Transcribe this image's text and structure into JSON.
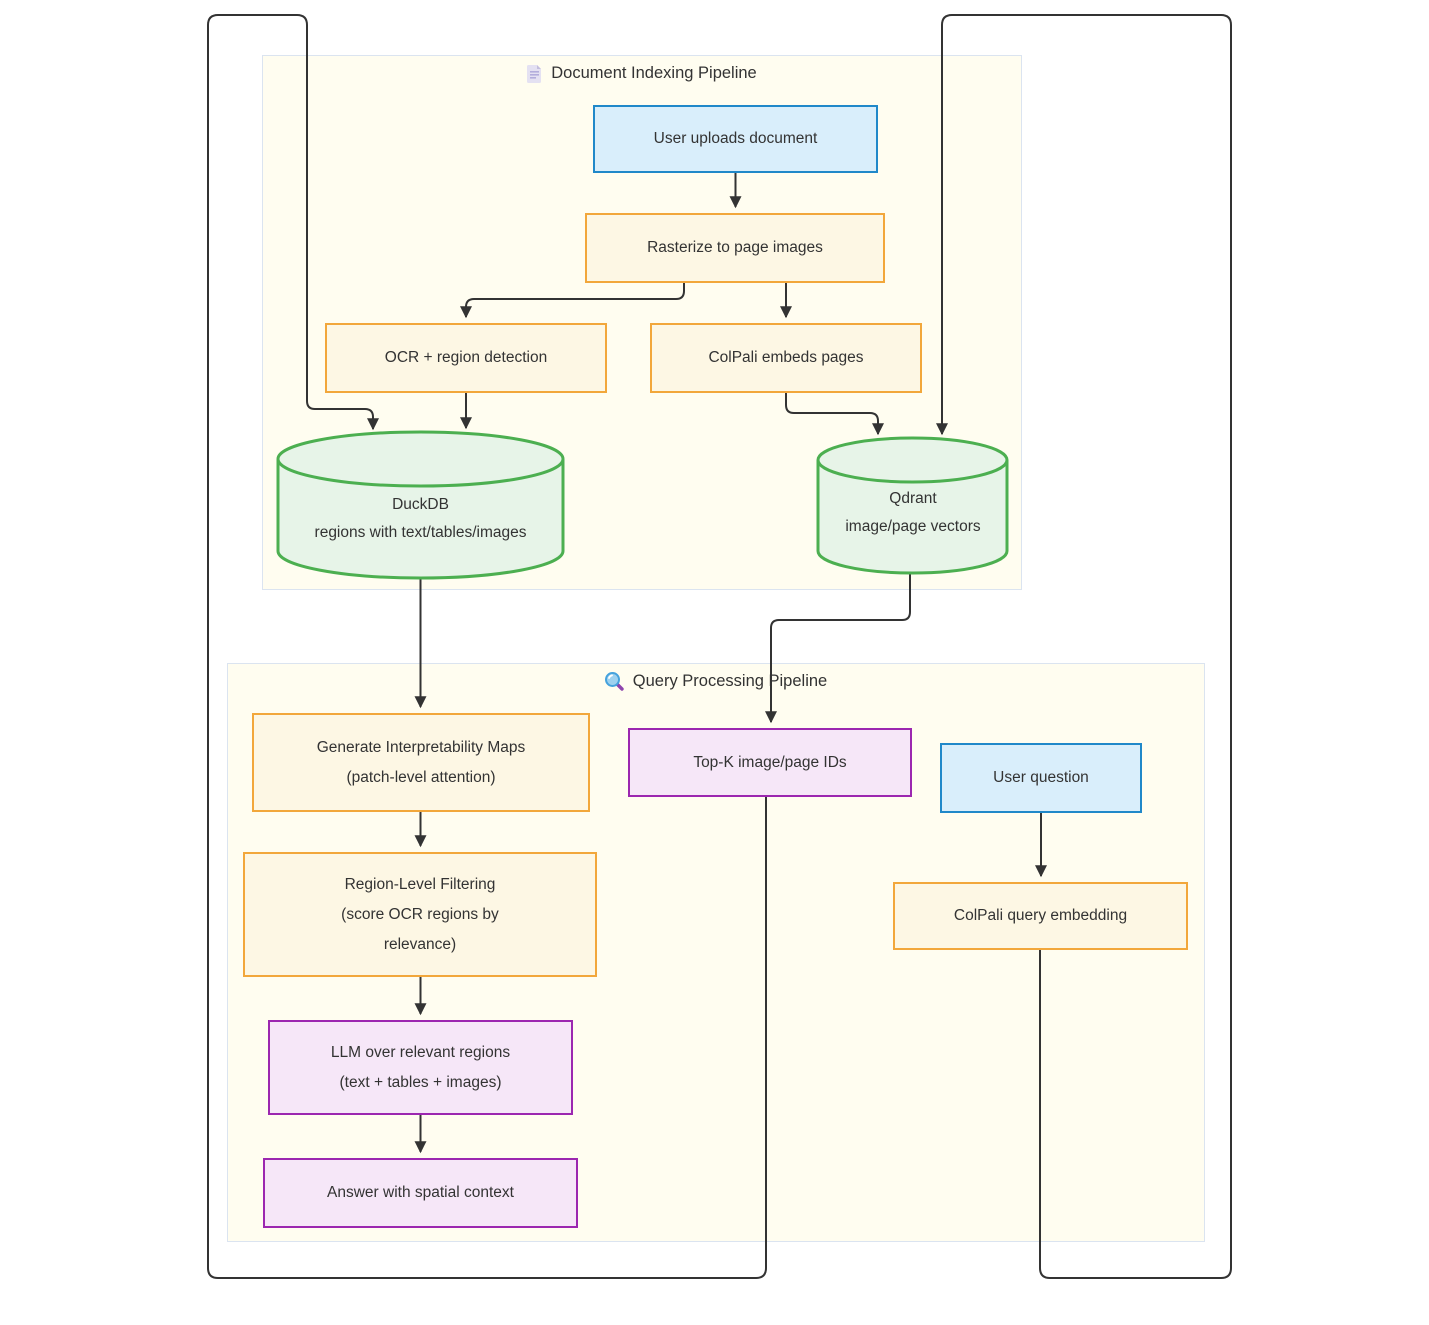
{
  "diagram_title_hint": "flowchart",
  "colors": {
    "text": "#333333",
    "edge": "#333333",
    "blue_fill": "#d9eefb",
    "blue_border": "#2088c9",
    "orange_fill": "#fdf7e4",
    "orange_border": "#f2a73b",
    "green_fill": "#e7f4e8",
    "green_border": "#4caf50",
    "purple_fill": "#f6e7f8",
    "purple_border": "#9c27b0",
    "subgraph_fill": "#fffdf0",
    "subgraph_border": "#dbe4f0",
    "doc_icon": "#bdb7dd",
    "lens_blue": "#45a2dd",
    "lens_handle": "#8e44ad"
  },
  "subgraphs": {
    "indexing": {
      "title": "Document Indexing Pipeline",
      "icon": "document-icon"
    },
    "query": {
      "title": "Query Processing Pipeline",
      "icon": "magnifier-icon"
    }
  },
  "nodes": {
    "user_uploads": {
      "label": "User uploads document"
    },
    "rasterize": {
      "label": "Rasterize to page images"
    },
    "ocr": {
      "label": "OCR + region detection"
    },
    "colpali_embeds": {
      "label": "ColPali embeds pages"
    },
    "duckdb": {
      "line1": "DuckDB",
      "line2": "regions with text/tables/images"
    },
    "qdrant": {
      "line1": "Qdrant",
      "line2": "image/page vectors"
    },
    "gen_maps": {
      "line1": "Generate Interpretability Maps",
      "line2": "(patch-level attention)"
    },
    "region_filter": {
      "line1": "Region-Level Filtering",
      "line2": "(score OCR regions by",
      "line3": "relevance)"
    },
    "llm": {
      "line1": "LLM over relevant regions",
      "line2": "(text + tables + images)"
    },
    "answer": {
      "label": "Answer with spatial context"
    },
    "topk": {
      "label": "Top-K image/page IDs"
    },
    "user_question": {
      "label": "User question"
    },
    "colpali_query": {
      "label": "ColPali query embedding"
    }
  },
  "edges": [
    {
      "from": "User uploads document",
      "to": "Rasterize to page images"
    },
    {
      "from": "Rasterize to page images",
      "to": "OCR + region detection"
    },
    {
      "from": "Rasterize to page images",
      "to": "ColPali embeds pages"
    },
    {
      "from": "OCR + region detection",
      "to": "DuckDB regions with text/tables/images"
    },
    {
      "from": "ColPali embeds pages",
      "to": "Qdrant image/page vectors"
    },
    {
      "from": "Top-K image/page IDs",
      "to": "DuckDB regions with text/tables/images"
    },
    {
      "from": "Qdrant image/page vectors",
      "to": "Top-K image/page IDs"
    },
    {
      "from": "DuckDB regions with text/tables/images",
      "to": "Generate Interpretability Maps (patch-level attention)"
    },
    {
      "from": "Generate Interpretability Maps (patch-level attention)",
      "to": "Region-Level Filtering (score OCR regions by relevance)"
    },
    {
      "from": "Region-Level Filtering (score OCR regions by relevance)",
      "to": "LLM over relevant regions (text + tables + images)"
    },
    {
      "from": "LLM over relevant regions (text + tables + images)",
      "to": "Answer with spatial context"
    },
    {
      "from": "User question",
      "to": "ColPali query embedding"
    },
    {
      "from": "ColPali query embedding",
      "to": "Qdrant image/page vectors"
    }
  ]
}
